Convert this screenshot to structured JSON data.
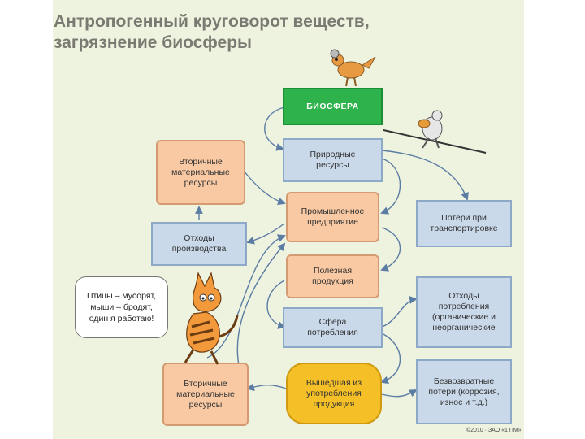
{
  "title": {
    "line1": "Антропогенный круговорот веществ,",
    "line2": "загрязнение биосферы"
  },
  "boxes": {
    "biosphere": "БИОСФЕРА",
    "natural_resources": "Природные\nресурсы",
    "secondary_top": "Вторичные\nматериальные\nресурсы",
    "industrial": "Промышленное\nпредприятие",
    "production_waste": "Отходы\nпроизводства",
    "transport_losses": "Потери при\nтранспортировке",
    "useful_products": "Полезная\nпродукция",
    "consumption_sphere": "Сфера\nпотребления",
    "consumption_waste": "Отходы\nпотребления\n(органические и\nнеорганические",
    "secondary_bottom": "Вторичные\nматериальные\nресурсы",
    "obsolete_products": "Вышедшая из\nупотребления\nпродукция",
    "irreversible_losses": "Безвозвратные\nпотери (коррозия,\nизнос и т.д.)"
  },
  "speech_bubble": {
    "line1": "Птицы – мусорят,",
    "line2": "мыши – бродят,",
    "line3": "один я работаю!"
  },
  "copyright": "©2010 · ЗАО «1 ПМ»",
  "colors": {
    "blue_fill": "#c9d9ea",
    "orange_fill": "#f8c9a3",
    "green_fill": "#2eb24b",
    "yellow_fill": "#f4bf27",
    "arrow": "#5b7ca3"
  },
  "icons": [
    "bird-icon",
    "mouse-icon",
    "cat-icon"
  ]
}
